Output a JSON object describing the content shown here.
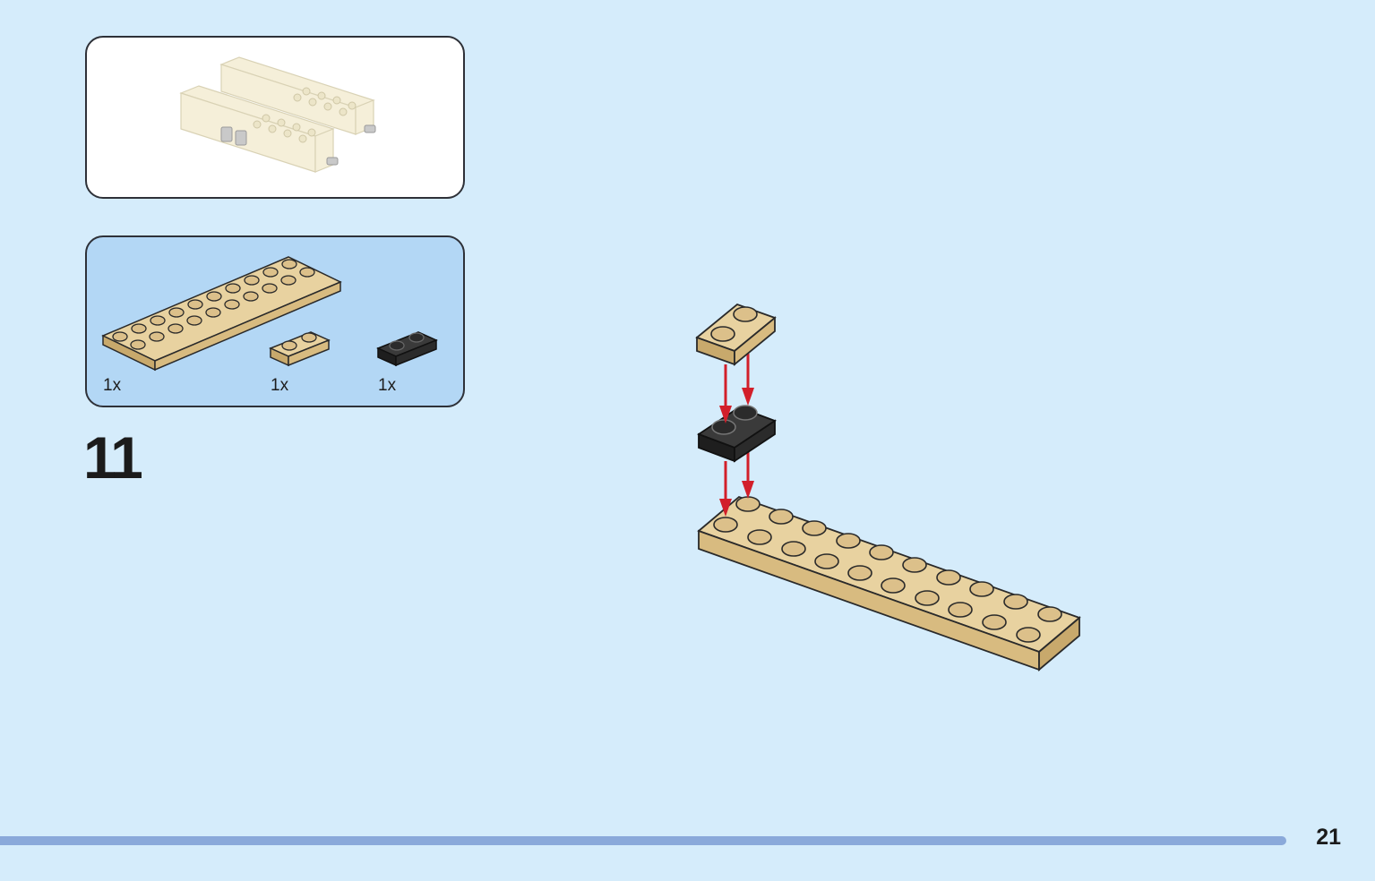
{
  "step": {
    "number": "11"
  },
  "parts": [
    {
      "name": "tan-plate-2x10",
      "quantity": "1x",
      "color": "#dcc08a"
    },
    {
      "name": "tan-plate-1x2",
      "quantity": "1x",
      "color": "#dcc08a"
    },
    {
      "name": "black-plate-1x2",
      "quantity": "1x",
      "color": "#2b2b2b"
    }
  ],
  "page": {
    "number": "21"
  },
  "colors": {
    "background": "#d5ecfb",
    "parts_panel": "#b3d7f5",
    "tan": "#dcc08a",
    "black": "#2b2b2b",
    "arrow": "#d21f2a",
    "progress": "#8aa9da"
  },
  "icons": [
    "assembly-preview-icon",
    "tan-plate-icon",
    "black-plate-icon",
    "down-arrow-icon"
  ]
}
